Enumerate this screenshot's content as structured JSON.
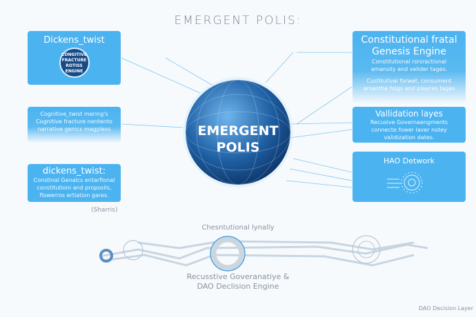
{
  "title": "EMERGENT POLIS:",
  "sphere": {
    "line1": "EMERGENT",
    "line2": "POLIS"
  },
  "left_boxes": [
    {
      "title": "Dickens_twist",
      "badge": [
        "CONGITIVE",
        "FRACTURE",
        "ROTISS",
        "ENGINE"
      ]
    },
    {
      "body": [
        "Cognitive_twist mering's",
        "Cognitive fracture nentento",
        "narrative genics magpless"
      ]
    },
    {
      "title": "dickens_twist:",
      "body": [
        "Constinal Genalcs entarfional",
        "constitutioni and proposils,",
        "flowerros ertlation gares."
      ]
    }
  ],
  "left_caption": "(Sharris)",
  "right_boxes": [
    {
      "title": [
        "Constitutional fratal",
        "Genesis Engine"
      ],
      "body": [
        "Constitutional rsrsractional",
        "amansily and velider tages."
      ],
      "body2": [
        "Custitutival forwet, consument",
        "amanthe folgs and playces tages"
      ]
    },
    {
      "title": "Vallidation layes",
      "body": [
        "Recusive Governaengments",
        "connecte fower laver notey",
        "validization dates."
      ]
    },
    {
      "title": "HAO Detwork"
    }
  ],
  "bottom": {
    "top_label": "Chesntutional lynally",
    "bottom_label": [
      "Recusstive Goveranatiye &",
      "DAO Declision Engine"
    ],
    "corner_label": "DAO Decision Layer"
  },
  "colors": {
    "accent": "#4bb3f0",
    "sphere": "#1f5fa3",
    "text_gray": "#8a939e"
  }
}
